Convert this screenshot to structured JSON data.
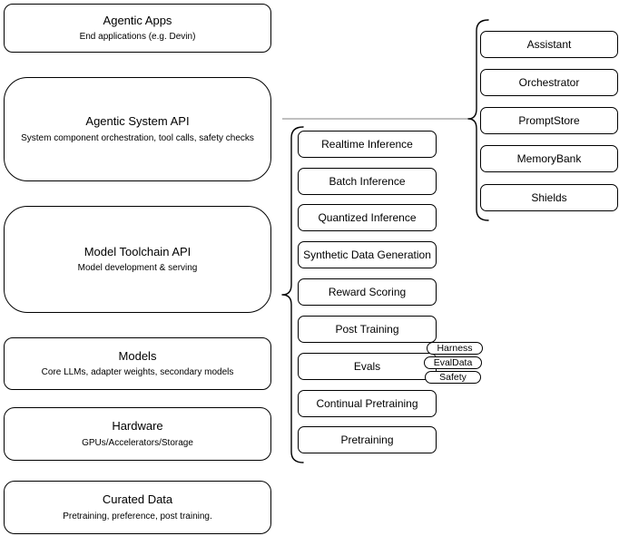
{
  "diagram": {
    "stack": [
      {
        "title": "Agentic Apps",
        "subtitle": "End applications (e.g. Devin)"
      },
      {
        "title": "Agentic System API",
        "subtitle": "System component orchestration, tool calls, safety checks"
      },
      {
        "title": "Model Toolchain API",
        "subtitle": "Model development & serving"
      },
      {
        "title": "Models",
        "subtitle": "Core LLMs, adapter weights, secondary models"
      },
      {
        "title": "Hardware",
        "subtitle": "GPUs/Accelerators/Storage"
      },
      {
        "title": "Curated Data",
        "subtitle": "Pretraining, preference, post training."
      }
    ],
    "toolchain_components": [
      "Realtime Inference",
      "Batch Inference",
      "Quantized Inference",
      "Synthetic Data Generation",
      "Reward Scoring",
      "Post Training",
      "Evals",
      "Continual Pretraining",
      "Pretraining"
    ],
    "eval_tags": [
      "Harness",
      "EvalData",
      "Safety"
    ],
    "system_components": [
      "Assistant",
      "Orchestrator",
      "PromptStore",
      "MemoryBank",
      "Shields"
    ],
    "colors": {
      "stroke": "#000000",
      "background": "#ffffff",
      "connector_line": "#808080"
    }
  }
}
